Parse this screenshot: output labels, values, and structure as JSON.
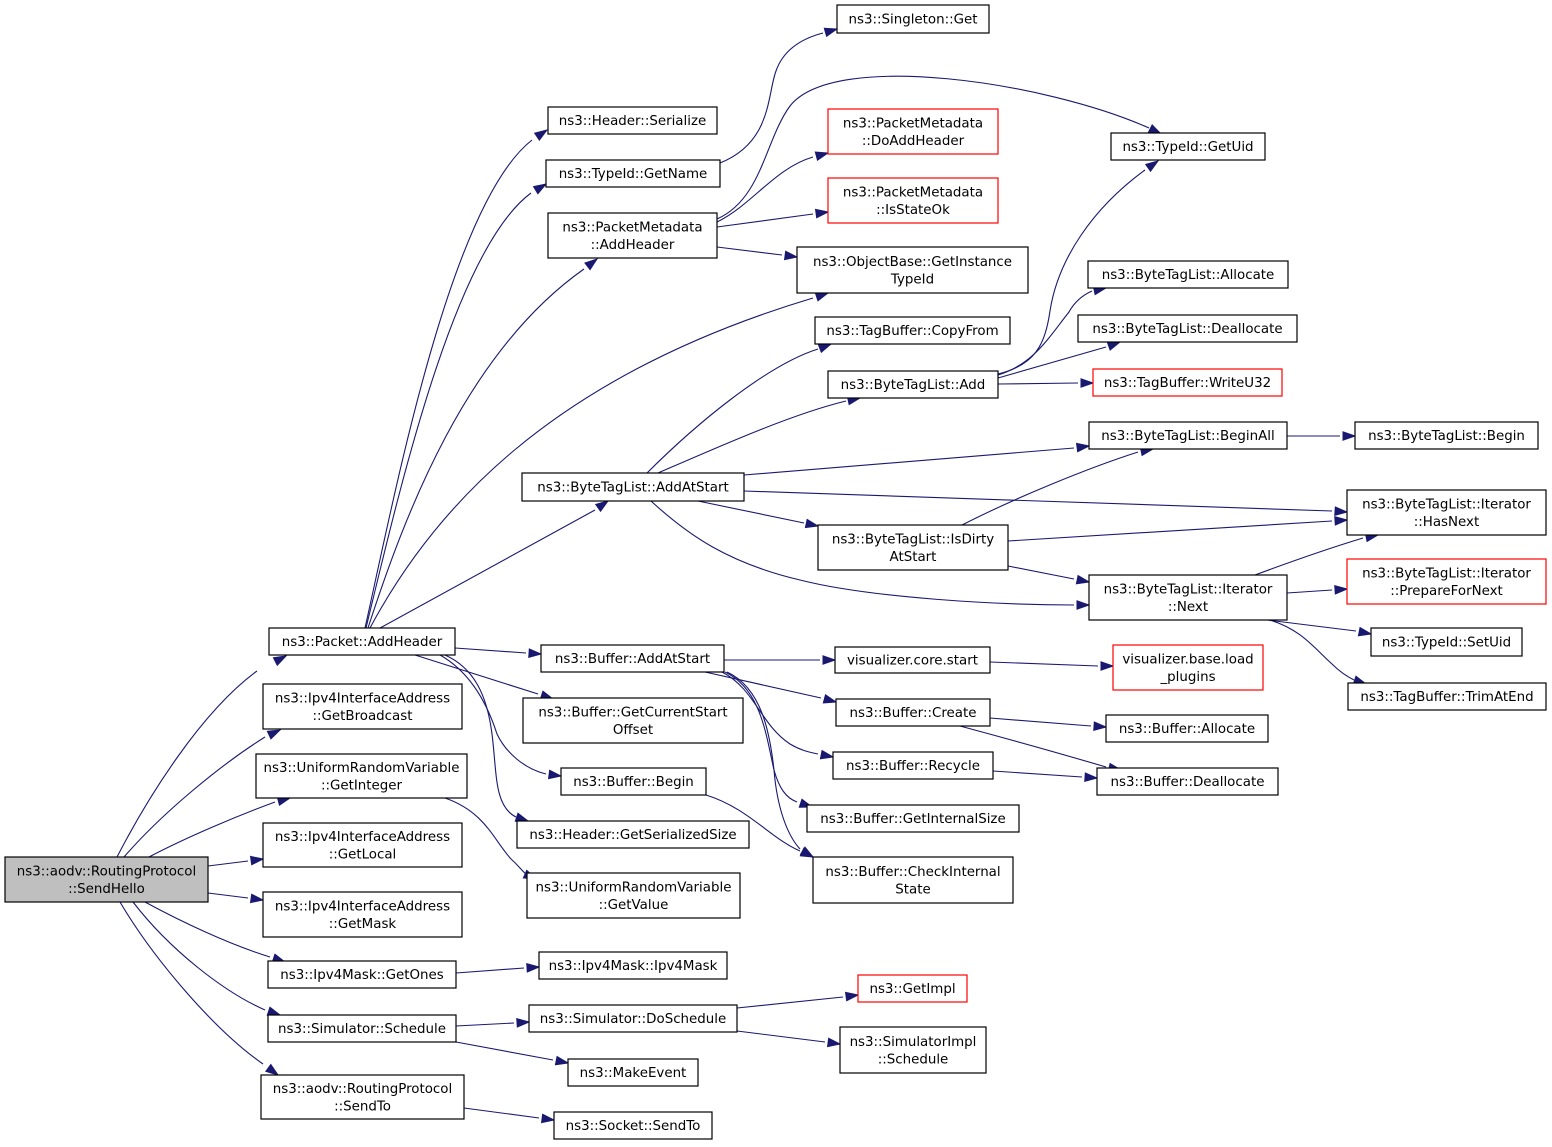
{
  "colors": {
    "edge": "#191970",
    "node_border": "#000000",
    "node_border_truncated": "#ff0000",
    "root_fill": "#bfbfbf",
    "node_fill": "#ffffff"
  },
  "nodes": [
    {
      "id": "root",
      "lines": [
        "ns3::aodv::RoutingProtocol",
        "::SendHello"
      ],
      "style": "root"
    },
    {
      "id": "packet_addheader",
      "lines": [
        "ns3::Packet::AddHeader"
      ]
    },
    {
      "id": "ipv4ia_getbroadcast",
      "lines": [
        "ns3::Ipv4InterfaceAddress",
        "::GetBroadcast"
      ]
    },
    {
      "id": "urv_getinteger",
      "lines": [
        "ns3::UniformRandomVariable",
        "::GetInteger"
      ]
    },
    {
      "id": "ipv4ia_getlocal",
      "lines": [
        "ns3::Ipv4InterfaceAddress",
        "::GetLocal"
      ]
    },
    {
      "id": "ipv4ia_getmask",
      "lines": [
        "ns3::Ipv4InterfaceAddress",
        "::GetMask"
      ]
    },
    {
      "id": "ipv4mask_getones",
      "lines": [
        "ns3::Ipv4Mask::GetOnes"
      ]
    },
    {
      "id": "sim_schedule",
      "lines": [
        "ns3::Simulator::Schedule"
      ]
    },
    {
      "id": "aodv_sendto",
      "lines": [
        "ns3::aodv::RoutingProtocol",
        "::SendTo"
      ]
    },
    {
      "id": "header_serialize",
      "lines": [
        "ns3::Header::Serialize"
      ]
    },
    {
      "id": "typeid_getname",
      "lines": [
        "ns3::TypeId::GetName"
      ]
    },
    {
      "id": "pm_addheader",
      "lines": [
        "ns3::PacketMetadata",
        "::AddHeader"
      ]
    },
    {
      "id": "btl_addatstart",
      "lines": [
        "ns3::ByteTagList::AddAtStart"
      ]
    },
    {
      "id": "buffer_addatstart",
      "lines": [
        "ns3::Buffer::AddAtStart"
      ]
    },
    {
      "id": "buffer_getcurrentstartoffset",
      "lines": [
        "ns3::Buffer::GetCurrentStart",
        "Offset"
      ]
    },
    {
      "id": "buffer_begin",
      "lines": [
        "ns3::Buffer::Begin"
      ]
    },
    {
      "id": "header_getserializedsize",
      "lines": [
        "ns3::Header::GetSerializedSize"
      ]
    },
    {
      "id": "urv_getvalue",
      "lines": [
        "ns3::UniformRandomVariable",
        "::GetValue"
      ]
    },
    {
      "id": "ipv4mask_ipv4mask",
      "lines": [
        "ns3::Ipv4Mask::Ipv4Mask"
      ]
    },
    {
      "id": "sim_doschedule",
      "lines": [
        "ns3::Simulator::DoSchedule"
      ]
    },
    {
      "id": "makeevent",
      "lines": [
        "ns3::MakeEvent"
      ]
    },
    {
      "id": "socket_sendto",
      "lines": [
        "ns3::Socket::SendTo"
      ]
    },
    {
      "id": "singleton_get",
      "lines": [
        "ns3::Singleton::Get"
      ]
    },
    {
      "id": "pm_doaddheader",
      "lines": [
        "ns3::PacketMetadata",
        "::DoAddHeader"
      ],
      "style": "truncated"
    },
    {
      "id": "pm_isstateok",
      "lines": [
        "ns3::PacketMetadata",
        "::IsStateOk"
      ],
      "style": "truncated"
    },
    {
      "id": "ob_getinstancetypeid",
      "lines": [
        "ns3::ObjectBase::GetInstance",
        "TypeId"
      ]
    },
    {
      "id": "tagbuffer_copyfrom",
      "lines": [
        "ns3::TagBuffer::CopyFrom"
      ]
    },
    {
      "id": "btl_add",
      "lines": [
        "ns3::ByteTagList::Add"
      ]
    },
    {
      "id": "btl_isdirtyatstart",
      "lines": [
        "ns3::ByteTagList::IsDirty",
        "AtStart"
      ]
    },
    {
      "id": "vis_core_start",
      "lines": [
        "visualizer.core.start"
      ]
    },
    {
      "id": "buffer_create",
      "lines": [
        "ns3::Buffer::Create"
      ]
    },
    {
      "id": "buffer_recycle",
      "lines": [
        "ns3::Buffer::Recycle"
      ]
    },
    {
      "id": "buffer_getinternalsize",
      "lines": [
        "ns3::Buffer::GetInternalSize"
      ]
    },
    {
      "id": "buffer_checkinternalstate",
      "lines": [
        "ns3::Buffer::CheckInternal",
        "State"
      ]
    },
    {
      "id": "getimpl",
      "lines": [
        "ns3::GetImpl"
      ],
      "style": "truncated"
    },
    {
      "id": "simimpl_schedule",
      "lines": [
        "ns3::SimulatorImpl",
        "::Schedule"
      ]
    },
    {
      "id": "typeid_getuid",
      "lines": [
        "ns3::TypeId::GetUid"
      ]
    },
    {
      "id": "btl_allocate",
      "lines": [
        "ns3::ByteTagList::Allocate"
      ]
    },
    {
      "id": "btl_deallocate",
      "lines": [
        "ns3::ByteTagList::Deallocate"
      ]
    },
    {
      "id": "tagbuffer_writeu32",
      "lines": [
        "ns3::TagBuffer::WriteU32"
      ],
      "style": "truncated"
    },
    {
      "id": "btl_beginall",
      "lines": [
        "ns3::ByteTagList::BeginAll"
      ]
    },
    {
      "id": "btl_iter_next",
      "lines": [
        "ns3::ByteTagList::Iterator",
        "::Next"
      ]
    },
    {
      "id": "vis_base_loadplugins",
      "lines": [
        "visualizer.base.load",
        "_plugins"
      ],
      "style": "truncated"
    },
    {
      "id": "buffer_allocate",
      "lines": [
        "ns3::Buffer::Allocate"
      ]
    },
    {
      "id": "buffer_deallocate",
      "lines": [
        "ns3::Buffer::Deallocate"
      ]
    },
    {
      "id": "btl_begin",
      "lines": [
        "ns3::ByteTagList::Begin"
      ]
    },
    {
      "id": "btl_iter_hasnext",
      "lines": [
        "ns3::ByteTagList::Iterator",
        "::HasNext"
      ]
    },
    {
      "id": "btl_iter_preparefornext",
      "lines": [
        "ns3::ByteTagList::Iterator",
        "::PrepareForNext"
      ],
      "style": "truncated"
    },
    {
      "id": "typeid_setuid",
      "lines": [
        "ns3::TypeId::SetUid"
      ]
    },
    {
      "id": "tagbuffer_trimatend",
      "lines": [
        "ns3::TagBuffer::TrimAtEnd"
      ]
    }
  ],
  "edges": [
    [
      "root",
      "packet_addheader"
    ],
    [
      "root",
      "ipv4ia_getbroadcast"
    ],
    [
      "root",
      "urv_getinteger"
    ],
    [
      "root",
      "ipv4ia_getlocal"
    ],
    [
      "root",
      "ipv4ia_getmask"
    ],
    [
      "root",
      "ipv4mask_getones"
    ],
    [
      "root",
      "sim_schedule"
    ],
    [
      "root",
      "aodv_sendto"
    ],
    [
      "packet_addheader",
      "header_serialize"
    ],
    [
      "packet_addheader",
      "typeid_getname"
    ],
    [
      "packet_addheader",
      "pm_addheader"
    ],
    [
      "packet_addheader",
      "ob_getinstancetypeid"
    ],
    [
      "packet_addheader",
      "btl_addatstart"
    ],
    [
      "packet_addheader",
      "buffer_addatstart"
    ],
    [
      "packet_addheader",
      "buffer_getcurrentstartoffset"
    ],
    [
      "packet_addheader",
      "buffer_begin"
    ],
    [
      "packet_addheader",
      "header_getserializedsize"
    ],
    [
      "urv_getinteger",
      "urv_getvalue"
    ],
    [
      "ipv4mask_getones",
      "ipv4mask_ipv4mask"
    ],
    [
      "sim_schedule",
      "sim_doschedule"
    ],
    [
      "sim_schedule",
      "makeevent"
    ],
    [
      "aodv_sendto",
      "socket_sendto"
    ],
    [
      "typeid_getname",
      "singleton_get"
    ],
    [
      "pm_addheader",
      "pm_doaddheader"
    ],
    [
      "pm_addheader",
      "pm_isstateok"
    ],
    [
      "pm_addheader",
      "ob_getinstancetypeid"
    ],
    [
      "pm_addheader",
      "typeid_getuid"
    ],
    [
      "btl_addatstart",
      "tagbuffer_copyfrom"
    ],
    [
      "btl_addatstart",
      "btl_add"
    ],
    [
      "btl_addatstart",
      "btl_beginall"
    ],
    [
      "btl_addatstart",
      "btl_iter_hasnext"
    ],
    [
      "btl_addatstart",
      "btl_isdirtyatstart"
    ],
    [
      "btl_addatstart",
      "btl_iter_next"
    ],
    [
      "btl_add",
      "typeid_getuid"
    ],
    [
      "btl_add",
      "btl_allocate"
    ],
    [
      "btl_add",
      "btl_deallocate"
    ],
    [
      "btl_add",
      "tagbuffer_writeu32"
    ],
    [
      "btl_isdirtyatstart",
      "btl_beginall"
    ],
    [
      "btl_isdirtyatstart",
      "btl_iter_hasnext"
    ],
    [
      "btl_isdirtyatstart",
      "btl_iter_next"
    ],
    [
      "btl_beginall",
      "btl_begin"
    ],
    [
      "btl_iter_next",
      "btl_iter_hasnext"
    ],
    [
      "btl_iter_next",
      "btl_iter_preparefornext"
    ],
    [
      "btl_iter_next",
      "typeid_setuid"
    ],
    [
      "btl_iter_next",
      "tagbuffer_trimatend"
    ],
    [
      "buffer_addatstart",
      "vis_core_start"
    ],
    [
      "buffer_addatstart",
      "buffer_create"
    ],
    [
      "buffer_addatstart",
      "buffer_recycle"
    ],
    [
      "buffer_addatstart",
      "buffer_getinternalsize"
    ],
    [
      "buffer_addatstart",
      "buffer_checkinternalstate"
    ],
    [
      "buffer_begin",
      "buffer_checkinternalstate"
    ],
    [
      "vis_core_start",
      "vis_base_loadplugins"
    ],
    [
      "buffer_create",
      "buffer_allocate"
    ],
    [
      "buffer_create",
      "buffer_deallocate"
    ],
    [
      "buffer_recycle",
      "buffer_deallocate"
    ],
    [
      "sim_doschedule",
      "getimpl"
    ],
    [
      "sim_doschedule",
      "simimpl_schedule"
    ]
  ]
}
